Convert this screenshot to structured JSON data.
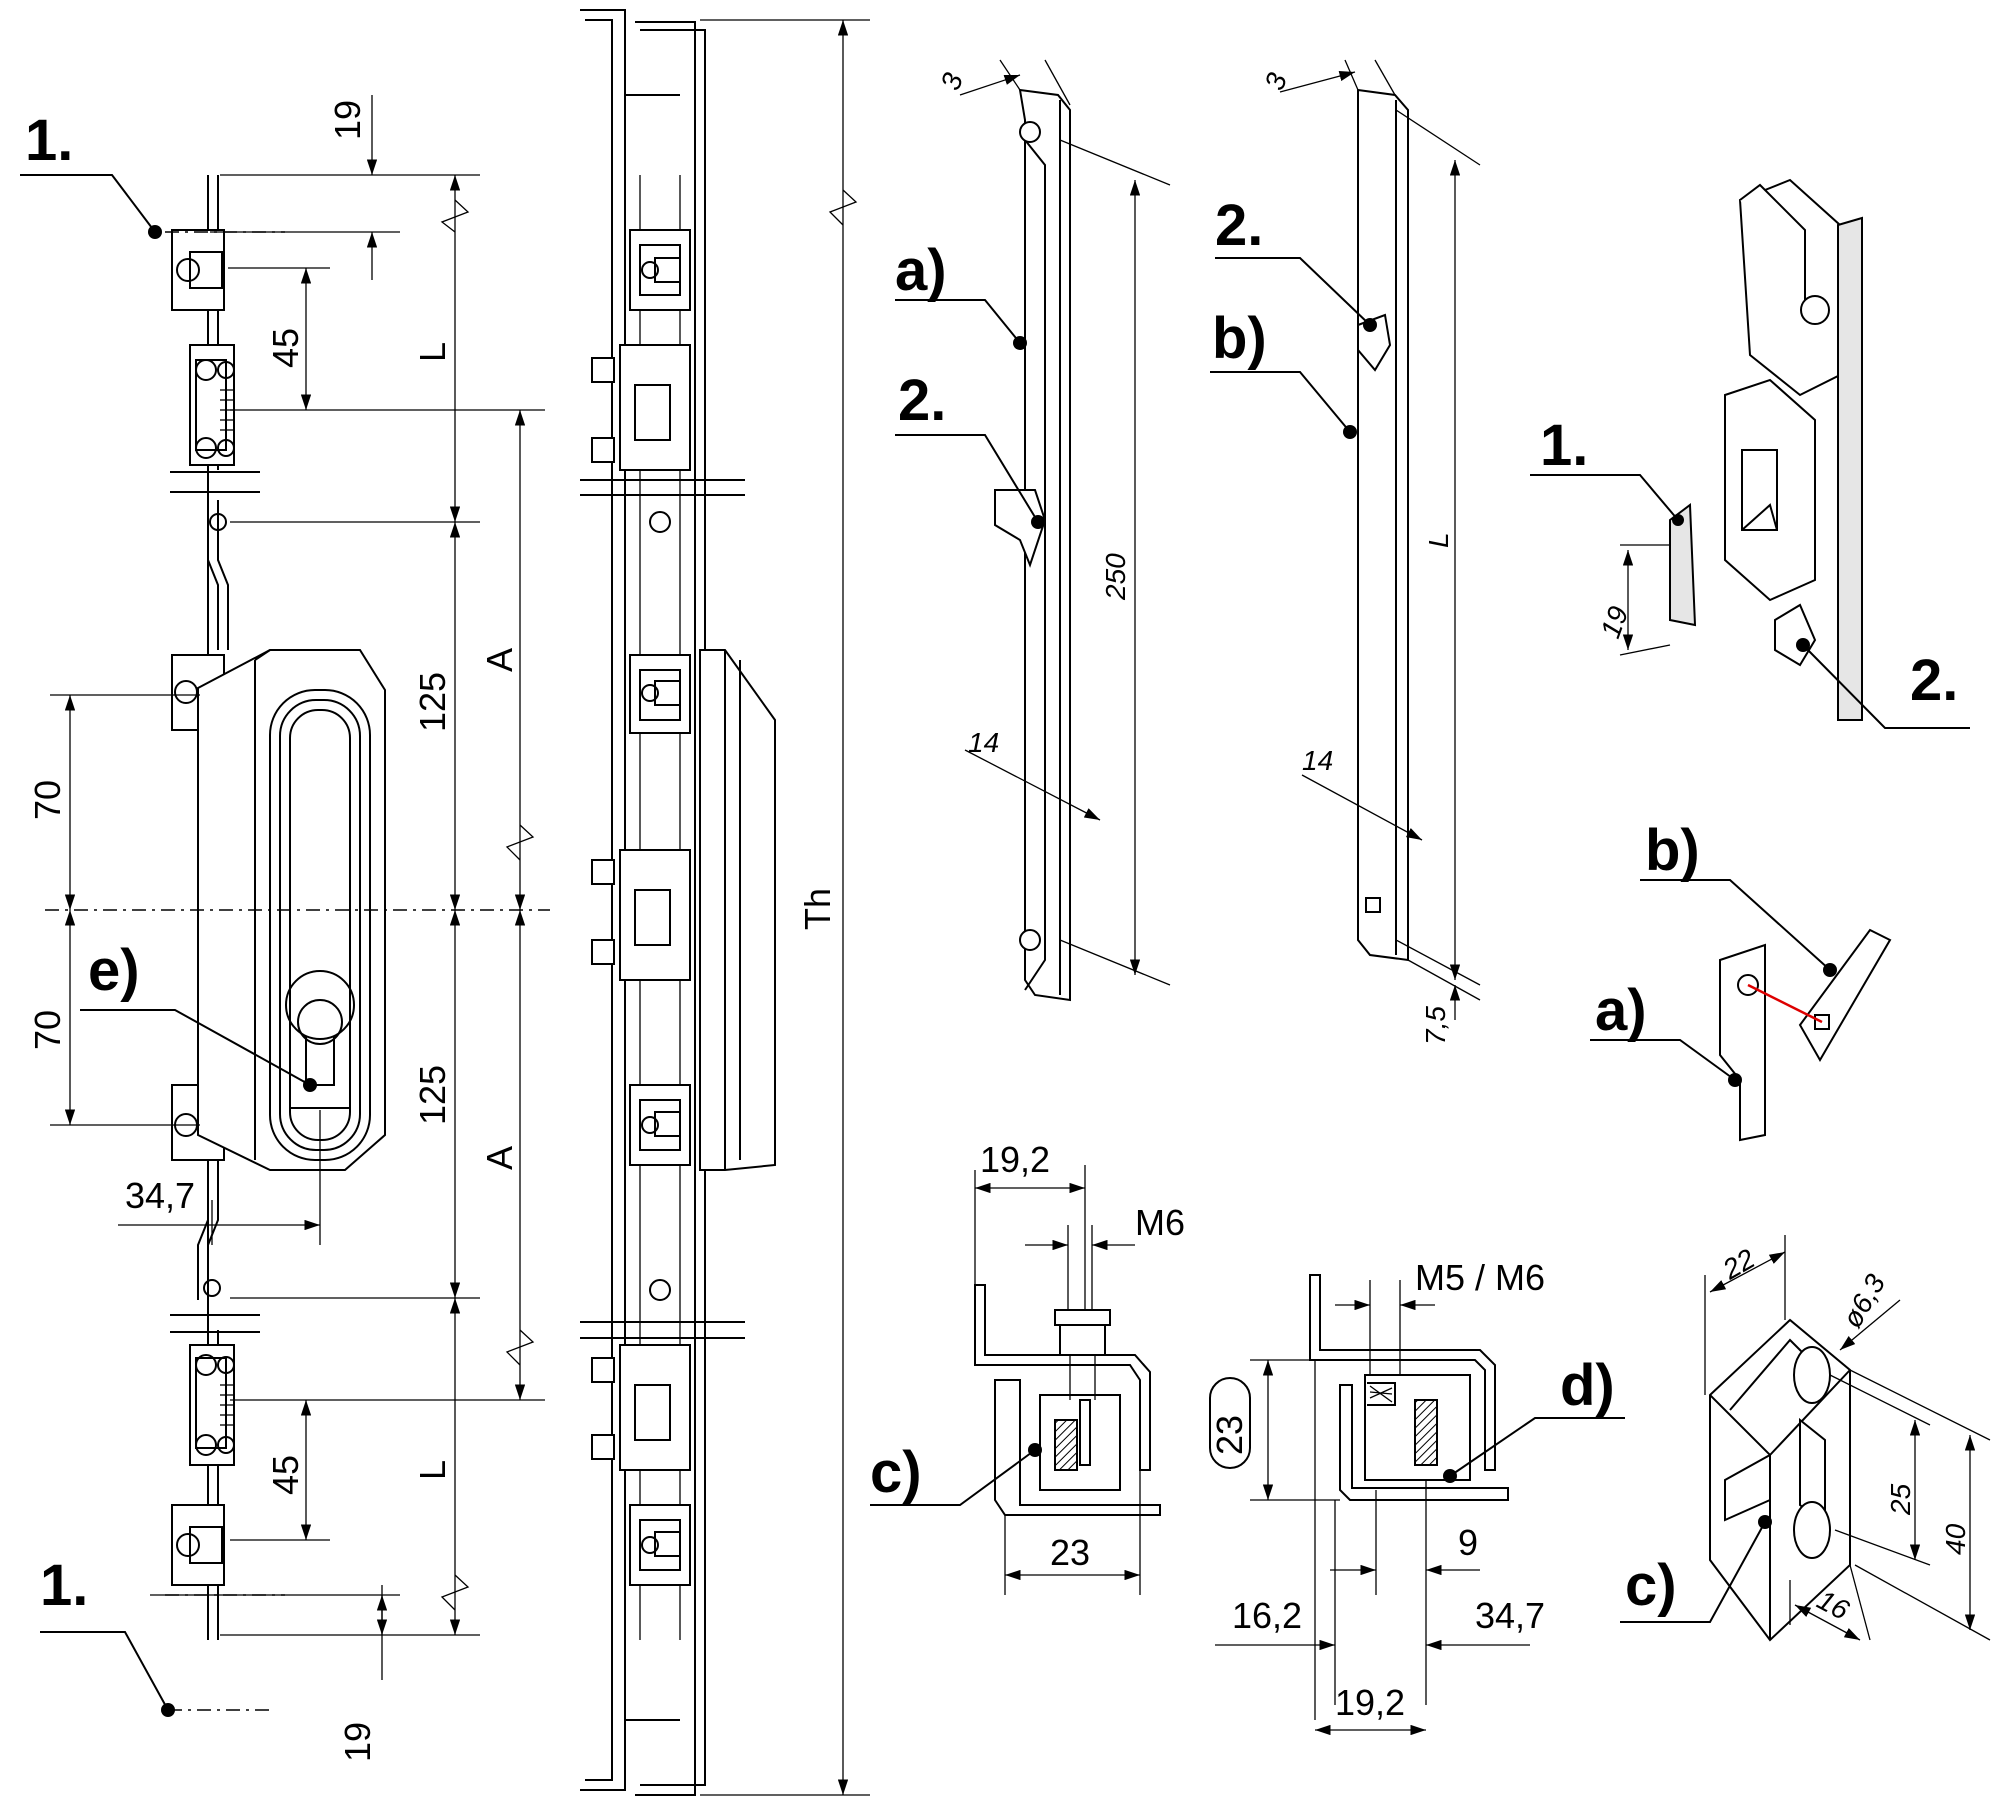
{
  "callouts": {
    "left_top": "1.",
    "left_bottom": "1.",
    "rod_a_label": "a)",
    "rod_a_cam": "2.",
    "rod_b_label": "b)",
    "rod_b_cam": "2.",
    "iso_1": "1.",
    "iso_2": "2.",
    "conn_b": "b)",
    "conn_a": "a)",
    "clamp_c": "c)",
    "clamp_d": "d)",
    "guide_c": "c)",
    "handle_e": "e)"
  },
  "dims": {
    "d19_top": "19",
    "d45_top": "45",
    "dL_top": "L",
    "dA_top": "A",
    "d125_top": "125",
    "d70_top": "70",
    "d70_bot": "70",
    "d125_bot": "125",
    "dA_bot": "A",
    "d34_7_left": "34,7",
    "d45_bot": "45",
    "dL_bot": "L",
    "d19_bot": "19",
    "dTh": "Th",
    "rod_a_3": "3",
    "rod_a_250": "250",
    "rod_a_14": "14",
    "rod_b_3": "3",
    "rod_b_L": "L",
    "rod_b_14": "14",
    "rod_b_7_5": "7,5",
    "iso_19": "19",
    "c_19_2": "19,2",
    "c_M6": "M6",
    "c_23": "23",
    "d_M5M6": "M5 / M6",
    "d_23": "23",
    "d_9": "9",
    "d_16_2": "16,2",
    "d_34_7": "34,7",
    "d_19_2": "19,2",
    "g_22": "22",
    "g_phi": "ø6,3",
    "g_25": "25",
    "g_40": "40",
    "g_16": "16"
  }
}
